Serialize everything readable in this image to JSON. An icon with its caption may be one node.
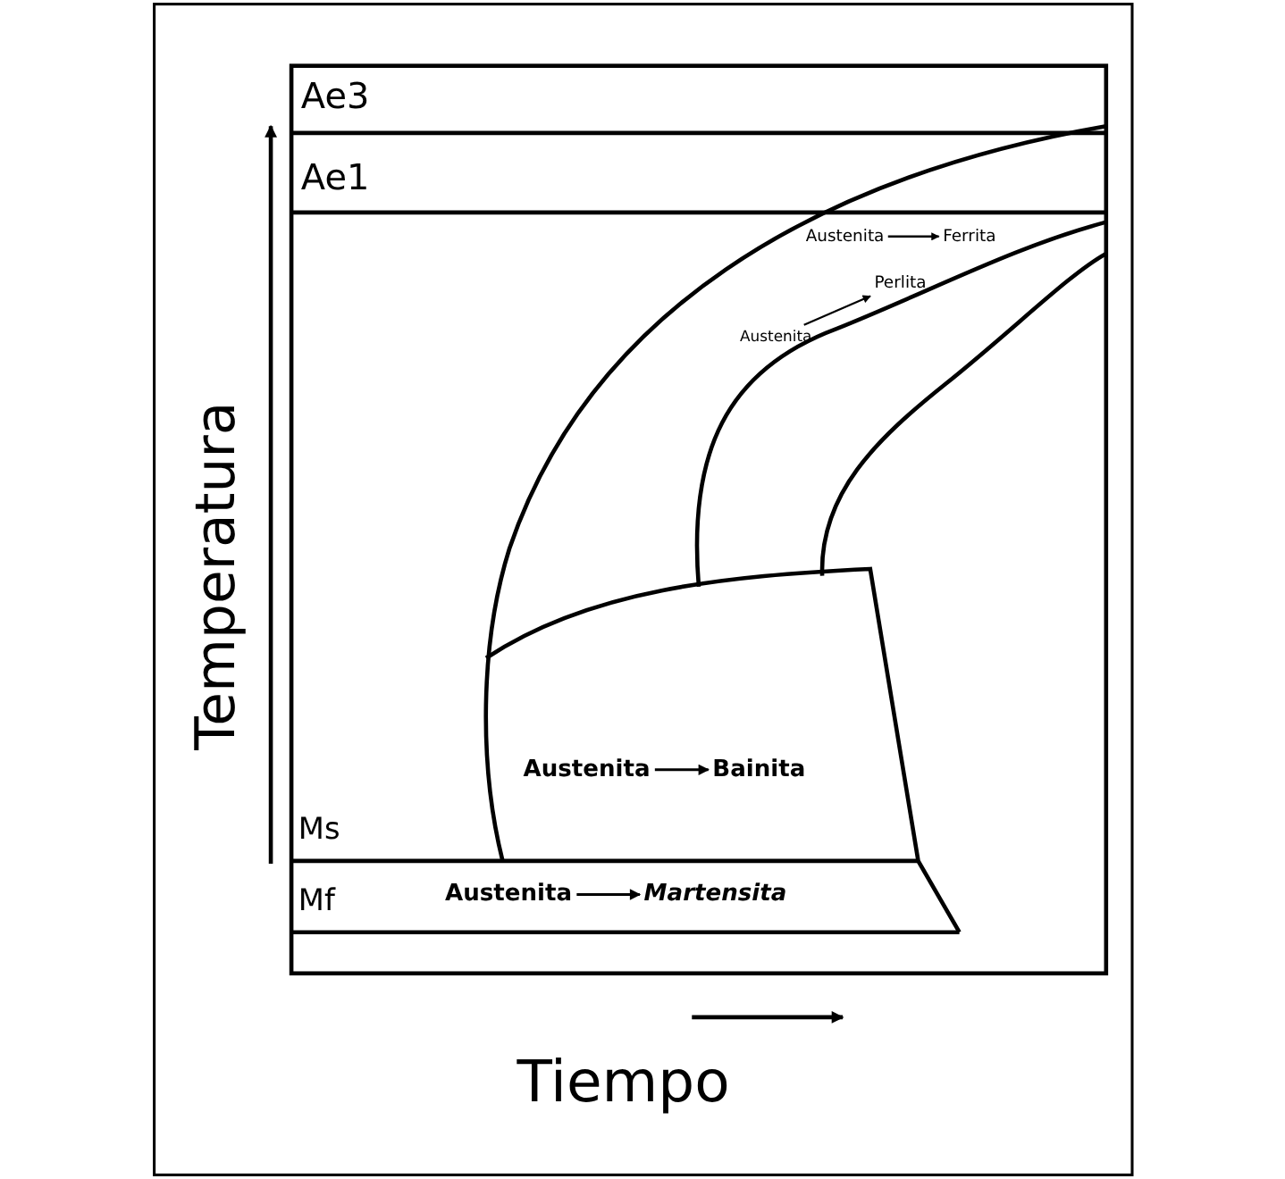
{
  "diagram": {
    "nodes": [
      {
        "text": [
          "Austenita"
        ]
      },
      {
        "text": [
          "Ferrita"
        ]
      },
      {
        "text": [
          "Austenita"
        ]
      },
      {
        "text": [
          "Perlita"
        ]
      },
      {
        "text": [
          "Austenita"
        ]
      },
      {
        "text": [
          "Bainita"
        ]
      },
      {
        "text": [
          "Austenita"
        ]
      },
      {
        "text": [
          "Martensita"
        ]
      }
    ],
    "edges": [
      {
        "from": 0,
        "to": 1,
        "arrow": "to"
      },
      {
        "from": 2,
        "to": 3,
        "arrow": "to"
      },
      {
        "from": 4,
        "to": 5,
        "arrow": "to"
      },
      {
        "from": 6,
        "to": 7,
        "arrow": "to"
      }
    ],
    "labels": [
      "Ae3",
      "Ae1",
      "Ms",
      "Mf",
      "Temperatura",
      "Tiempo"
    ]
  }
}
